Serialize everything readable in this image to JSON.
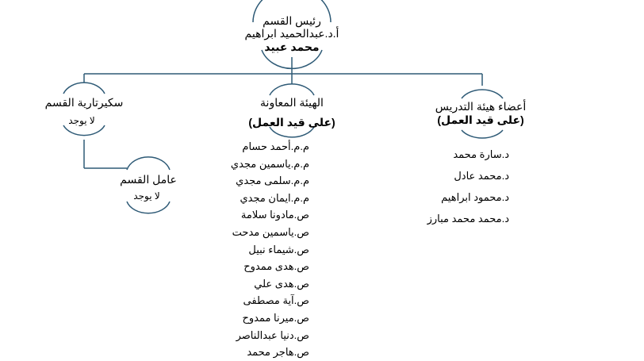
{
  "head": {
    "title": "رئيس القسم",
    "line2": "أ.د.عبدالحميد ابراهيم",
    "line3": "محمد عبيد"
  },
  "secretariat": {
    "title": "سكيرتارية القسم",
    "value": "لا يوجد"
  },
  "worker": {
    "title": "عامل القسم",
    "value": "لا يوجد"
  },
  "assistant_staff": {
    "title": "الهيئة المعاونة",
    "subtitle": "(على قيد العمل)",
    "members": [
      "م.م.أحمد حسام",
      "م.م.ياسمين مجدي",
      "م.م.سلمى مجدي",
      "م.م.ايمان مجدي",
      "ص.مادونا سلامة",
      "ص.ياسمين مدحت",
      "ص.شيماء نبيل",
      "ص.هدى ممدوح",
      "ص.هدى علي",
      "ص.آية مصطفى",
      "ص.ميرنا ممدوح",
      "ص.دنيا عبدالناصر",
      "ص.هاجر محمد"
    ]
  },
  "faculty": {
    "title": "أعضاء هيئة التدريس",
    "subtitle": "(على قيد العمل)",
    "members": [
      "د.سارة محمد",
      "د.محمد عادل",
      "د.محمود ابراهيم",
      "د.محمد محمد مبارز"
    ]
  },
  "colors": {
    "connector": "#2e5a76",
    "text": "#000000"
  }
}
